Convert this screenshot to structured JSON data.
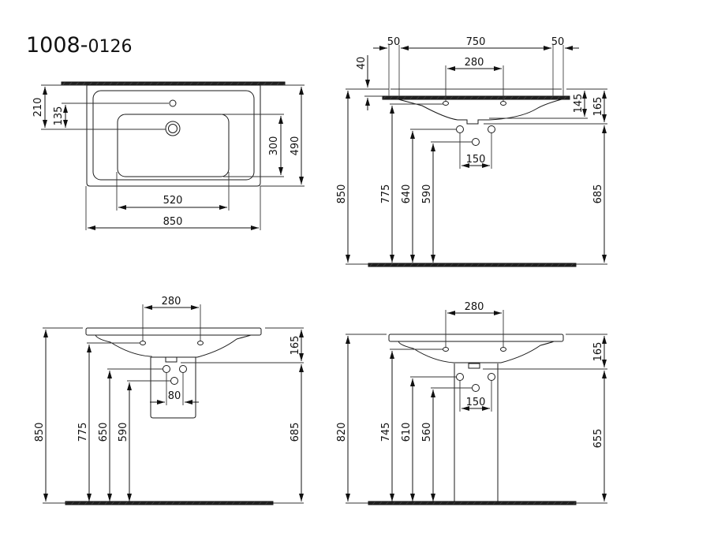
{
  "title": {
    "main": "1008",
    "separator": "-",
    "sub": "0126"
  },
  "views": {
    "top_view": {
      "dimensions": {
        "tap_hole_from_wall": "210",
        "tap_to_drain": "135",
        "bowl_depth": "300",
        "overall_depth": "490",
        "bowl_width": "520",
        "overall_width": "850"
      }
    },
    "side_view_wall": {
      "dimensions": {
        "left_margin": "50",
        "center_width": "750",
        "right_margin": "50",
        "rim_thickness": "40",
        "tap_spacing": "280",
        "bowl_height": "145",
        "overall_bowl_height": "165",
        "total_height": "850",
        "underside_height": "775",
        "supply_height": "640",
        "drain_height": "590",
        "drain_to_floor": "685",
        "supply_spacing": "150"
      }
    },
    "front_view_half_pedestal": {
      "dimensions": {
        "tap_spacing": "280",
        "bowl_height": "165",
        "total_height": "850",
        "underside_height": "775",
        "supply_height": "650",
        "drain_height": "590",
        "drain_to_floor": "685",
        "supply_spacing": "80"
      }
    },
    "front_view_full_pedestal": {
      "dimensions": {
        "tap_spacing": "280",
        "bowl_height": "165",
        "total_height": "820",
        "underside_height": "745",
        "supply_height": "610",
        "drain_height": "560",
        "drain_to_floor": "655",
        "supply_spacing": "150"
      }
    }
  }
}
